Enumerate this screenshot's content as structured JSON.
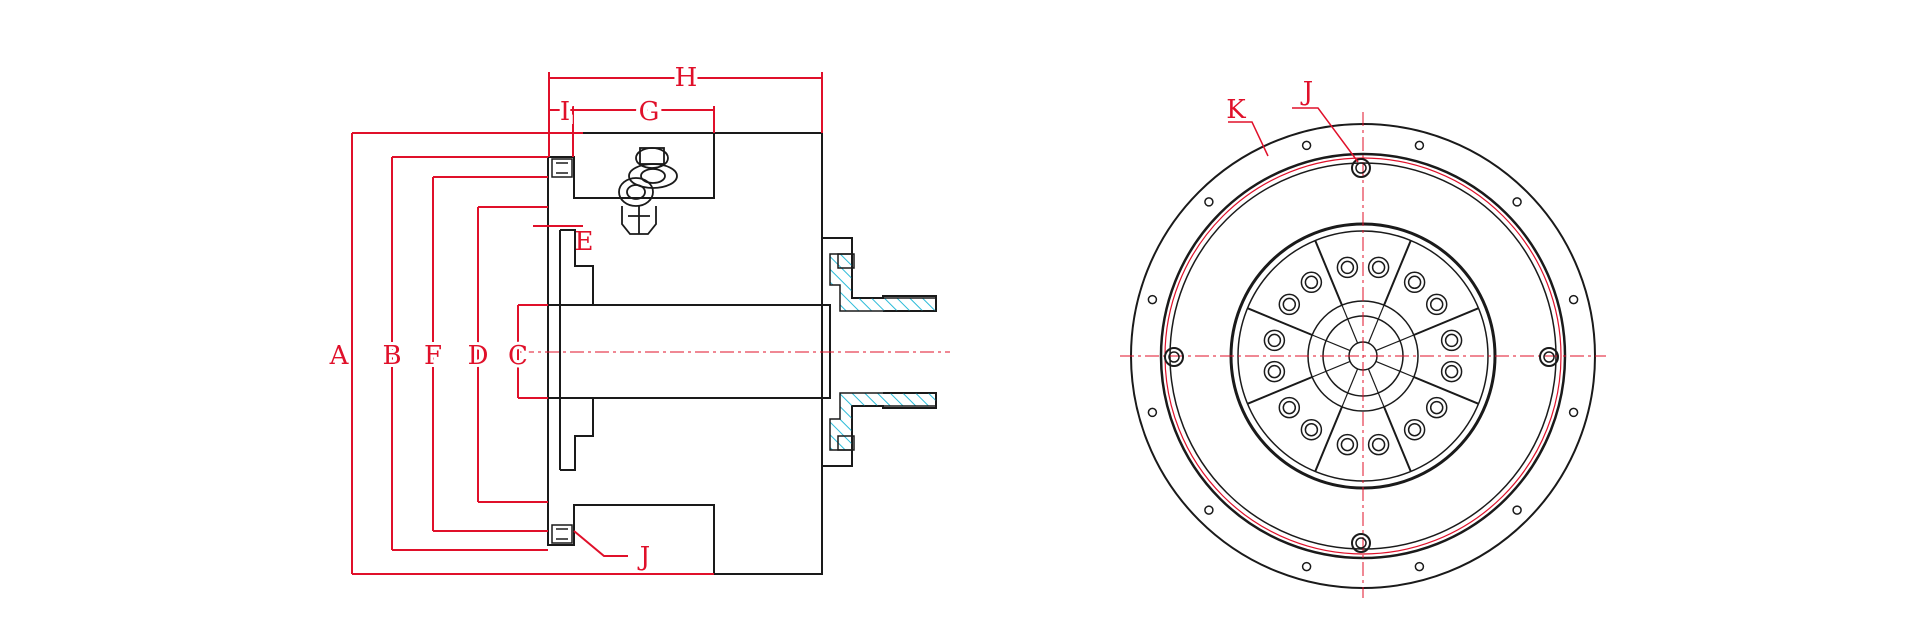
{
  "colors": {
    "outline": "#1a1a1a",
    "dimension": "#e0102a",
    "hatch": "#2bbbd8",
    "background": "#ffffff"
  },
  "labels": {
    "dim_a": "A",
    "dim_b": "B",
    "dim_f": "F",
    "dim_d": "D",
    "dim_c": "C",
    "dim_e": "E",
    "dim_h": "H",
    "dim_i": "I",
    "dim_g": "G",
    "dim_j_side": "J",
    "dim_j_front": "J",
    "dim_k": "K"
  }
}
